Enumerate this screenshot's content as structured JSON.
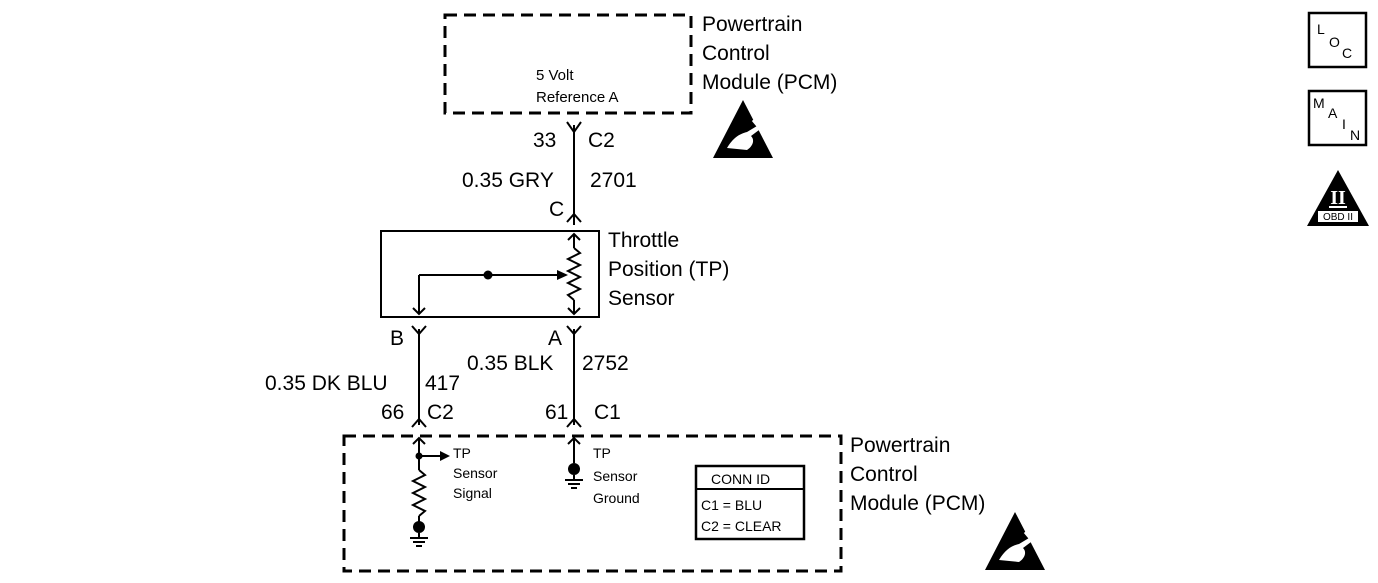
{
  "pcm_top": {
    "label_lines": [
      "Powertrain",
      "Control",
      "Module (PCM)"
    ],
    "terminal_desc": [
      "5 Volt",
      "Reference A"
    ]
  },
  "wire_top": {
    "pin": "33",
    "connector": "C2",
    "gauge_color": "0.35 GRY",
    "circuit": "2701",
    "sensor_pin": "C"
  },
  "tp_sensor": {
    "label_lines": [
      "Throttle",
      "Position (TP)",
      "Sensor"
    ]
  },
  "wire_signal": {
    "sensor_pin": "B",
    "gauge_color": "0.35 DK BLU",
    "circuit": "417",
    "pin": "66",
    "connector": "C2"
  },
  "wire_ground": {
    "sensor_pin": "A",
    "gauge_color": "0.35 BLK",
    "circuit": "2752",
    "pin": "61",
    "connector": "C1"
  },
  "pcm_bottom": {
    "label_lines": [
      "Powertrain",
      "Control",
      "Module (PCM)"
    ],
    "signal_desc": [
      "TP",
      "Sensor",
      "Signal"
    ],
    "ground_desc": [
      "TP",
      "Sensor",
      "Ground"
    ],
    "conn_id": {
      "title": "CONN ID",
      "rows": [
        "C1 = BLU",
        "C2 = CLEAR"
      ]
    }
  },
  "side_icons": {
    "loc": [
      "L",
      "O",
      "C"
    ],
    "main": [
      "M",
      "A",
      "I",
      "N"
    ],
    "obd": [
      "II",
      "OBD II"
    ]
  },
  "icons": [
    "esd-warning-icon",
    "loc-icon",
    "main-icon",
    "obd-ii-icon",
    "ground-icon",
    "resistor-icon"
  ]
}
